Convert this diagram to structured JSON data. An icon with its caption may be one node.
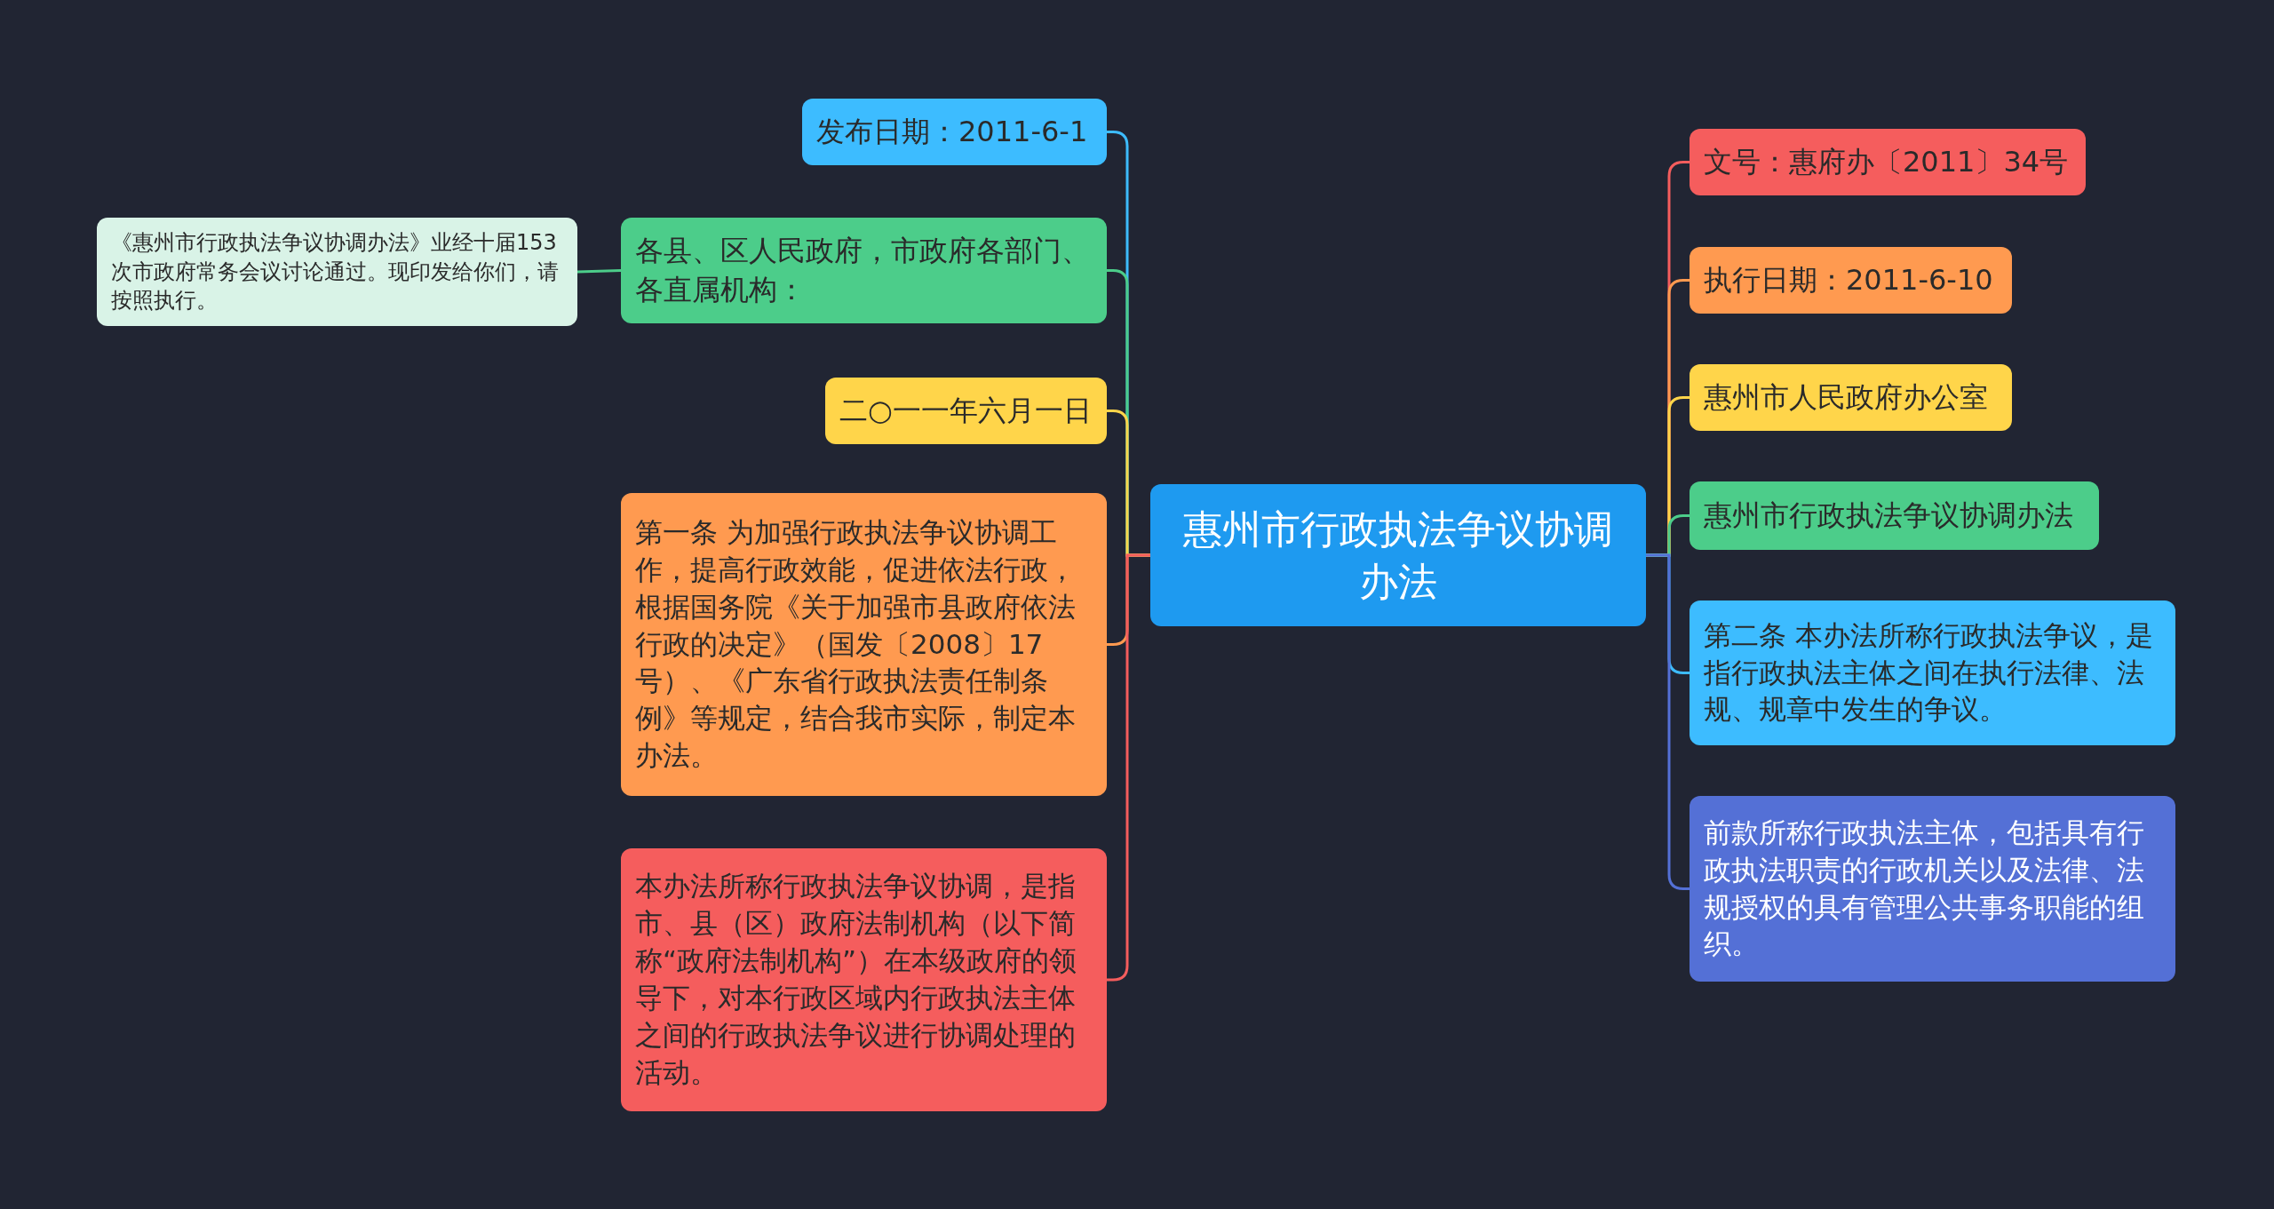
{
  "diagram": {
    "nodes": [
      {
        "text": [
          "惠州市行政执法争议协调办法"
        ]
      },
      {
        "text": [
          "发布日期：2011-6-1"
        ]
      },
      {
        "text": [
          "各县、区人民政府，市政府各部门、各直属机构："
        ]
      },
      {
        "text": [
          "《惠州市行政执法争议协调办法》业经十届153次市政府常务会议讨论通过。现印发给你们，请按照执行。"
        ]
      },
      {
        "text": [
          "二○一一年六月一日"
        ]
      },
      {
        "text": [
          "第一条 为加强行政执法争议协调工作，提高行政效能，促进依法行政，根据国务院《关于加强市县政府依法行政的决定》（国发〔2008〕17号）、《广东省行政执法责任制条例》等规定，结合我市实际，制定本办法。"
        ]
      },
      {
        "text": [
          "本办法所称行政执法争议协调，是指市、县（区）政府法制机构（以下简称“政府法制机构”）在本级政府的领导下，对本行政区域内行政执法主体之间的行政执法争议进行协调处理的活动。"
        ]
      },
      {
        "text": [
          "文号：惠府办〔2011〕34号"
        ]
      },
      {
        "text": [
          "执行日期：2011-6-10"
        ]
      },
      {
        "text": [
          "惠州市人民政府办公室"
        ]
      },
      {
        "text": [
          "惠州市行政执法争议协调办法"
        ]
      },
      {
        "text": [
          "第二条 本办法所称行政执法争议，是指行政执法主体之间在执行法律、法规、规章中发生的争议。"
        ]
      },
      {
        "text": [
          "前款所称行政执法主体，包括具有行政执法职责的行政机关以及法律、法规授权的具有管理公共事务职能的组织。"
        ]
      }
    ],
    "edges": [
      {
        "from": 0,
        "to": 1,
        "arrow": "none",
        "color": "#3dbcff"
      },
      {
        "from": 0,
        "to": 2,
        "arrow": "none",
        "color": "#4ccd8a"
      },
      {
        "from": 2,
        "to": 3,
        "arrow": "none",
        "color": "#4ccd8a"
      },
      {
        "from": 0,
        "to": 4,
        "arrow": "none",
        "color": "#ffd54a"
      },
      {
        "from": 0,
        "to": 5,
        "arrow": "none",
        "color": "#ff9a50"
      },
      {
        "from": 0,
        "to": 6,
        "arrow": "none",
        "color": "#f55d5d"
      },
      {
        "from": 0,
        "to": 7,
        "arrow": "none",
        "color": "#f55d5d"
      },
      {
        "from": 0,
        "to": 8,
        "arrow": "none",
        "color": "#ff9a50"
      },
      {
        "from": 0,
        "to": 9,
        "arrow": "none",
        "color": "#ffd54a"
      },
      {
        "from": 0,
        "to": 10,
        "arrow": "none",
        "color": "#4ccd8a"
      },
      {
        "from": 0,
        "to": 11,
        "arrow": "none",
        "color": "#3dbcff"
      },
      {
        "from": 0,
        "to": 12,
        "arrow": "none",
        "color": "#5470d6"
      }
    ]
  }
}
